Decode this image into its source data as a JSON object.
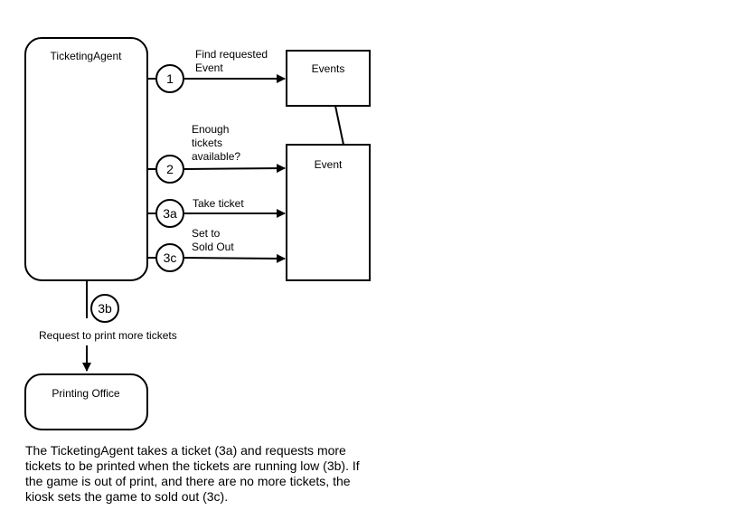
{
  "nodes": {
    "ticketing_agent": "TicketingAgent",
    "events": "Events",
    "event": "Event",
    "printing_office": "Printing Office"
  },
  "steps": {
    "s1": "1",
    "s2": "2",
    "s3a": "3a",
    "s3b": "3b",
    "s3c": "3c"
  },
  "messages": {
    "m1_line1": "Find requested",
    "m1_line2": "Event",
    "m2_line1": "Enough",
    "m2_line2": "tickets",
    "m2_line3": "available?",
    "m3a": "Take ticket",
    "m3c_line1": "Set to",
    "m3c_line2": "Sold Out",
    "m3b": "Request to print more tickets"
  },
  "caption": "The TicketingAgent takes a ticket (3a) and requests more tickets to be printed when the tickets are running low (3b). If the game is out of print, and there are no more tickets, the kiosk sets the game to sold out (3c)."
}
